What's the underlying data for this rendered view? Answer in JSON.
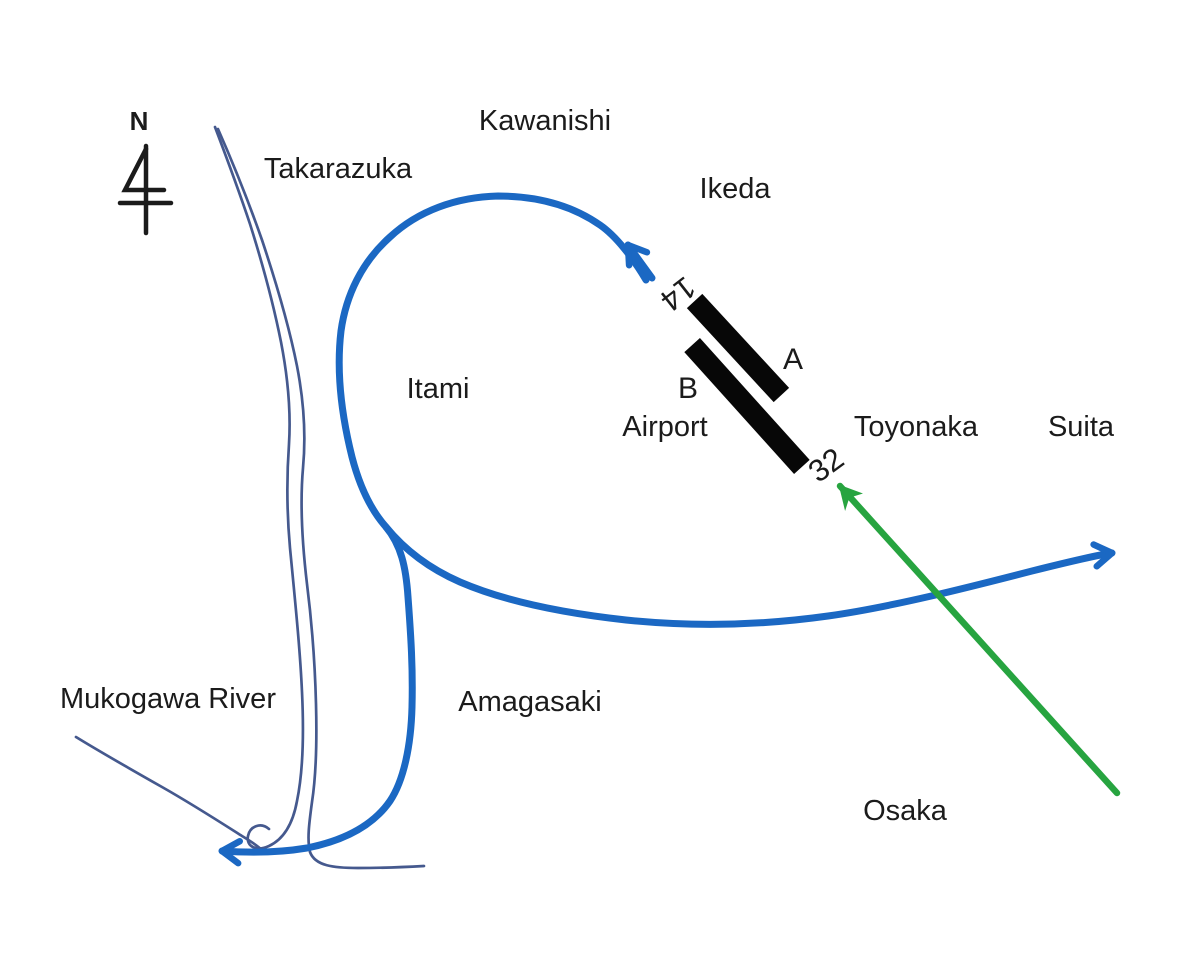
{
  "compass": {
    "north": "N"
  },
  "places": {
    "kawanishi": "Kawanishi",
    "takarazuka": "Takarazuka",
    "ikeda": "Ikeda",
    "itami": "Itami",
    "airport": "Airport",
    "toyonaka": "Toyonaka",
    "suita": "Suita",
    "amagasaki": "Amagasaki",
    "mukogawa_river": "Mukogawa River",
    "osaka": "Osaka"
  },
  "runways": {
    "a": "A",
    "b": "B",
    "end_14": "14",
    "end_32": "32"
  },
  "colors": {
    "route_blue": "#1b68c3",
    "approach_green": "#27a440",
    "river_blue": "#45598e",
    "runway_black": "#070707",
    "label_text": "#1b1b1b",
    "background": "#ffffff"
  }
}
